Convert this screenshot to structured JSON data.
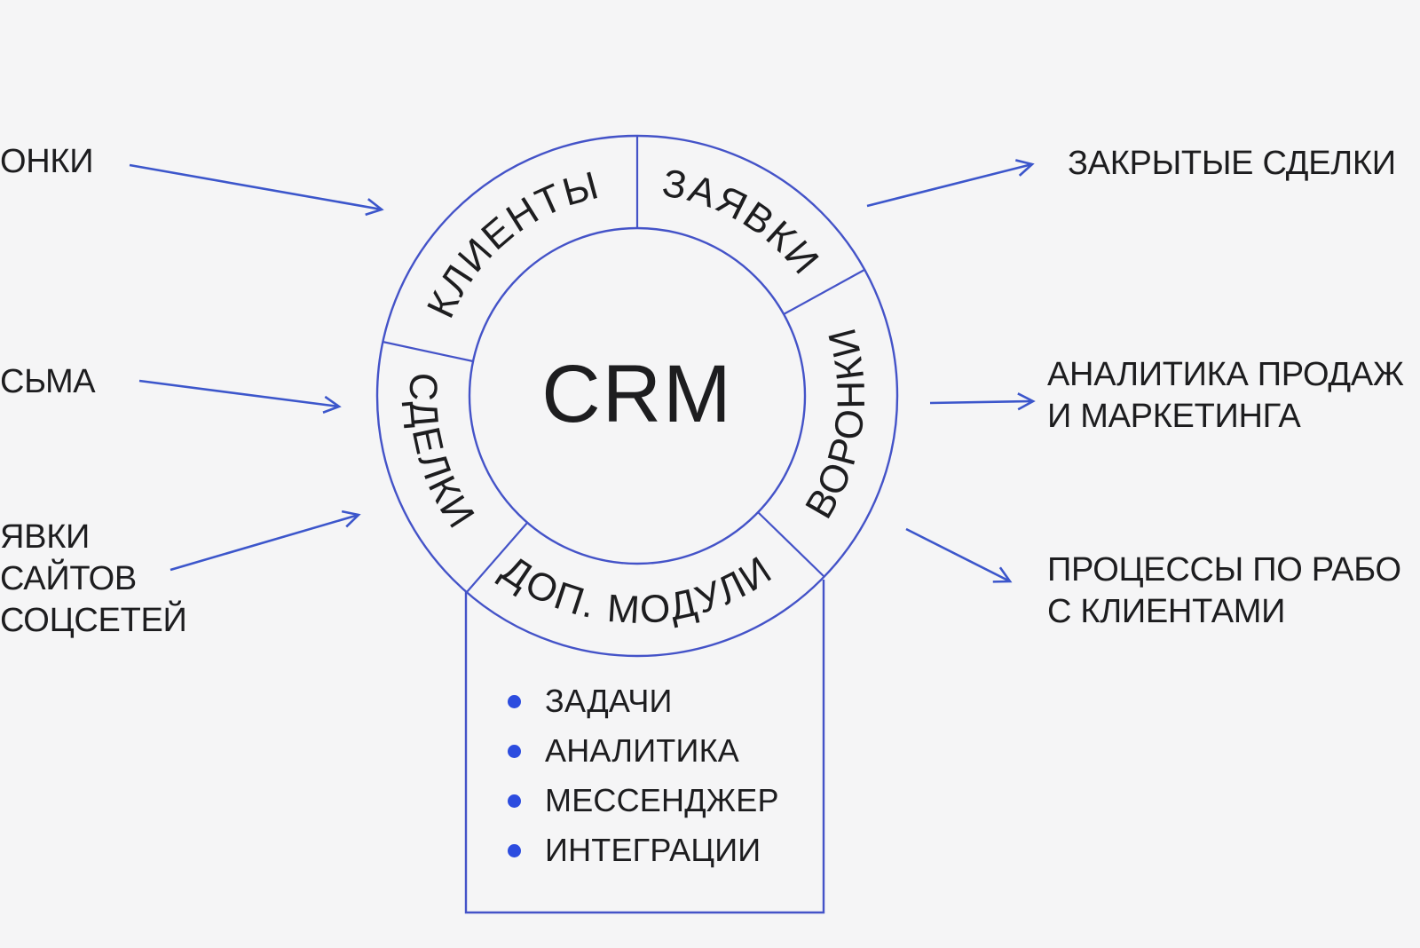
{
  "palette": {
    "background": "#f5f5f6",
    "line_blue": "#4453c8",
    "arrow_blue": "#3c56cb",
    "bullet_blue": "#2c4cdf",
    "text_dark": "#1d1d1f"
  },
  "hub": {
    "label": "CRM"
  },
  "ring": {
    "segments": [
      {
        "label": "КЛИЕНТЫ"
      },
      {
        "label": "ЗАЯВКИ"
      },
      {
        "label": "ВОРОНКИ"
      },
      {
        "label": "ДОП. МОДУЛИ"
      },
      {
        "label": "СДЕЛКИ"
      }
    ]
  },
  "inputs": [
    {
      "lines": [
        "ОНКИ"
      ]
    },
    {
      "lines": [
        "СЬМА"
      ]
    },
    {
      "lines": [
        "ЯВКИ",
        "САЙТОВ",
        "СОЦСЕТЕЙ"
      ]
    }
  ],
  "outputs": [
    {
      "lines": [
        "ЗАКРЫТЫЕ СДЕЛКИ"
      ]
    },
    {
      "lines": [
        "АНАЛИТИКА ПРОДАЖ",
        "И МАРКЕТИНГА"
      ]
    },
    {
      "lines": [
        "ПРОЦЕССЫ ПО РАБО",
        "С КЛИЕНТАМИ"
      ]
    }
  ],
  "modules_box": {
    "items": [
      "ЗАДАЧИ",
      "АНАЛИТИКА",
      "МЕССЕНДЖЕР",
      "ИНТЕГРАЦИИ"
    ]
  }
}
